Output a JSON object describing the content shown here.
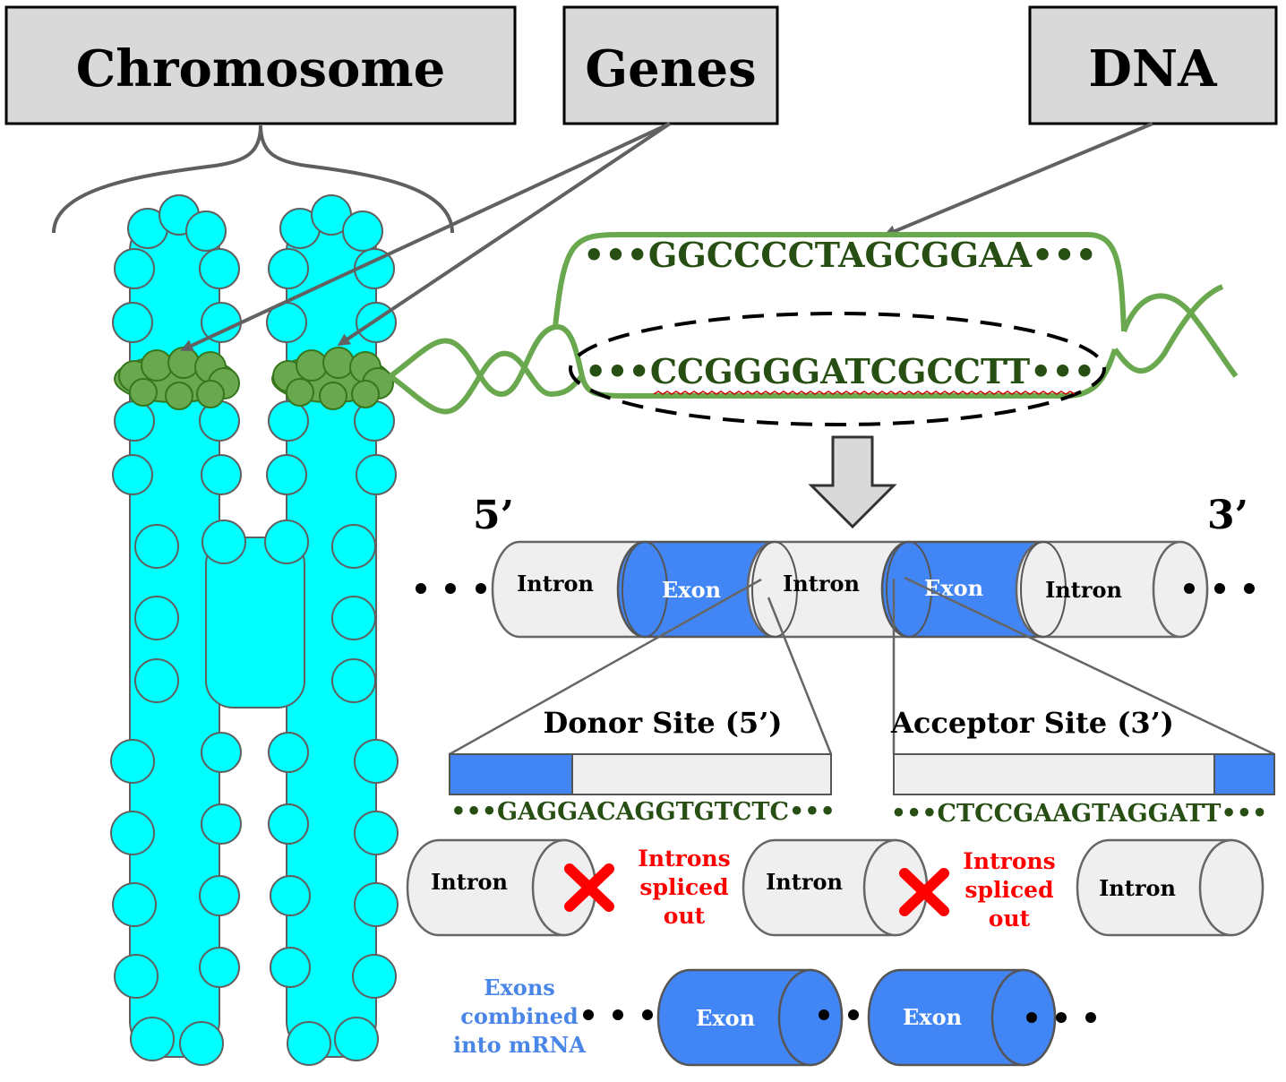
{
  "labels": {
    "chromosome": "Chromosome",
    "genes": "Genes",
    "dna": "DNA"
  },
  "dna": {
    "top_strand": "•••GGCCCCTAGCGGAA•••",
    "bottom_strand": "•••CCGGGGATCGCCTT•••"
  },
  "gene": {
    "five_prime": "5’",
    "three_prime": "3’",
    "segments": [
      "Intron",
      "Exon",
      "Intron",
      "Exon",
      "Intron"
    ],
    "ellipsis": "• • •"
  },
  "sites": {
    "donor_label": "Donor Site (5’)",
    "donor_seq": "•••GAGGACAGGTGTCTC•••",
    "acceptor_label": "Acceptor Site (3’)",
    "acceptor_seq": "•••CTCCGAAGTAGGATT•••"
  },
  "splicing": {
    "intron_label": "Intron",
    "spliced_line1": "Introns",
    "spliced_line2": "spliced",
    "spliced_line3": "out"
  },
  "mrna": {
    "caption_line1": "Exons",
    "caption_line2": "combined",
    "caption_line3": "into mRNA",
    "exon_label": "Exon"
  },
  "colors": {
    "chromosome": "#00ffff",
    "gene_band": "#6aa84f",
    "dna_strand": "#6aa84f",
    "dna_text": "#274e13",
    "exon": "#4285f4",
    "intron": "#efefef",
    "spliced_text": "#ff0000",
    "mrna_caption": "#4a86e8",
    "label_box": "#d9d9d9"
  }
}
